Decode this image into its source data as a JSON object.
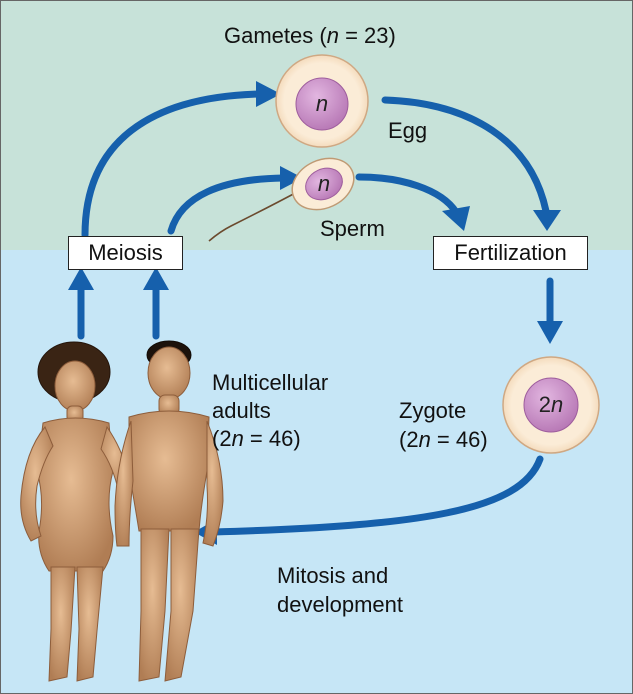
{
  "colors": {
    "top_band": "#c7e2d9",
    "bottom_band": "#c6e6f6",
    "arrow": "#1660ac",
    "cell_fill": "#fbecd7",
    "nucleus": "#c98ac8"
  },
  "gametes_label": {
    "prefix": "Gametes (",
    "var": "n",
    "suffix": " = 23)"
  },
  "egg": {
    "nucleus_label": "n",
    "label": "Egg"
  },
  "sperm": {
    "nucleus_label": "n",
    "label": "Sperm"
  },
  "meiosis_label": "Meiosis",
  "fertilization_label": "Fertilization",
  "zygote": {
    "label": "Zygote",
    "ploidy_open": "(2",
    "ploidy_var": "n",
    "ploidy_close": " = 46)",
    "nucleus_num": "2",
    "nucleus_var": "n"
  },
  "adults": {
    "line1": "Multicellular",
    "line2": "adults",
    "ploidy_open": "(2",
    "ploidy_var": "n",
    "ploidy_close": " = 46)"
  },
  "mitosis": {
    "line1": "Mitosis and",
    "line2": "development"
  }
}
